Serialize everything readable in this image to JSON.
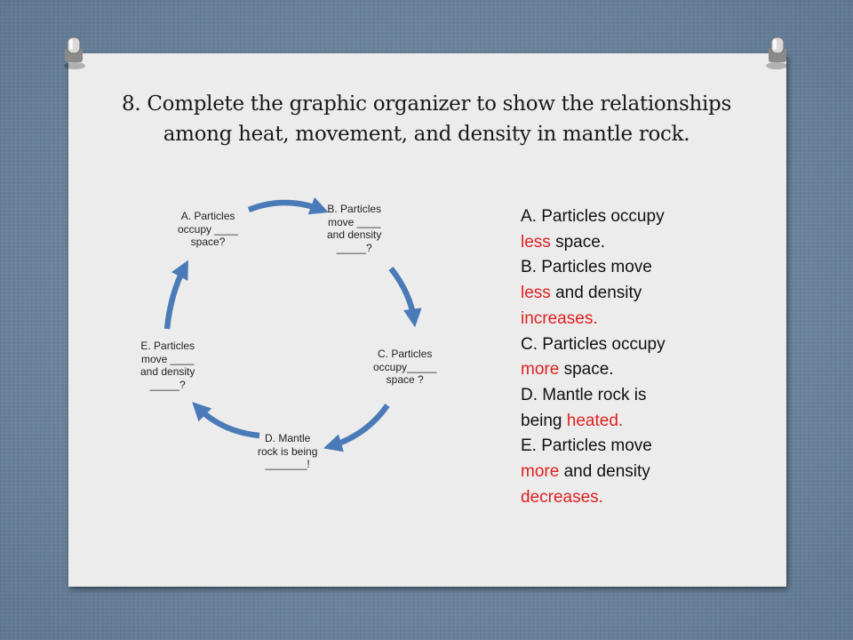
{
  "title": {
    "line1": "8. Complete the graphic organizer to show the relationships",
    "line2": "among heat, movement, and density in mantle rock."
  },
  "diagram": {
    "nodes": {
      "a": [
        "A. Particles",
        "occupy  ____",
        "space?"
      ],
      "b": [
        "B. Particles",
        "move ____",
        "and density",
        "_____?"
      ],
      "c": [
        "C. Particles",
        "occupy_____",
        "space ?"
      ],
      "d": [
        "D. Mantle",
        "rock is being",
        "_______!"
      ],
      "e": [
        "E. Particles",
        "move ____",
        "and density",
        "_____?"
      ]
    },
    "arrow_color": "#4a7ab8"
  },
  "answers": {
    "a": {
      "prefix": "A. Particles occupy",
      "word": "less",
      "suffix": " space."
    },
    "b": {
      "prefix": "B. Particles move",
      "word1": "less",
      "mid": " and density",
      "word2": "increases."
    },
    "c": {
      "prefix": "C. Particles occupy",
      "word": "more",
      "suffix": " space."
    },
    "d": {
      "prefix": "D. Mantle rock is",
      "pre2": "being ",
      "word": "heated."
    },
    "e": {
      "prefix": "E. Particles move",
      "word1": "more",
      "mid": " and density",
      "word2": "decreases."
    }
  }
}
